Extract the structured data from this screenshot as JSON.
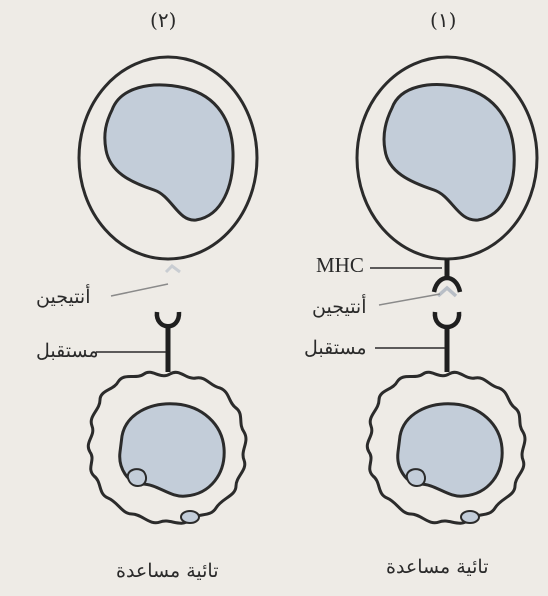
{
  "panels": [
    {
      "number": "(٢)",
      "labels": {
        "antigen": "أنتيجين",
        "receptor": "مستقبل",
        "cell_name": "تائية مساعدة"
      }
    },
    {
      "number": "(١)",
      "labels": {
        "mhc": "MHC",
        "antigen": "أنتيجين",
        "receptor": "مستقبل",
        "cell_name": "تائية مساعدة"
      }
    }
  ],
  "colors": {
    "background": "#eeebe6",
    "nucleus_fill": "#c3cdd9",
    "stroke": "#2b2b2b",
    "receptor": "#1f1f1f"
  }
}
